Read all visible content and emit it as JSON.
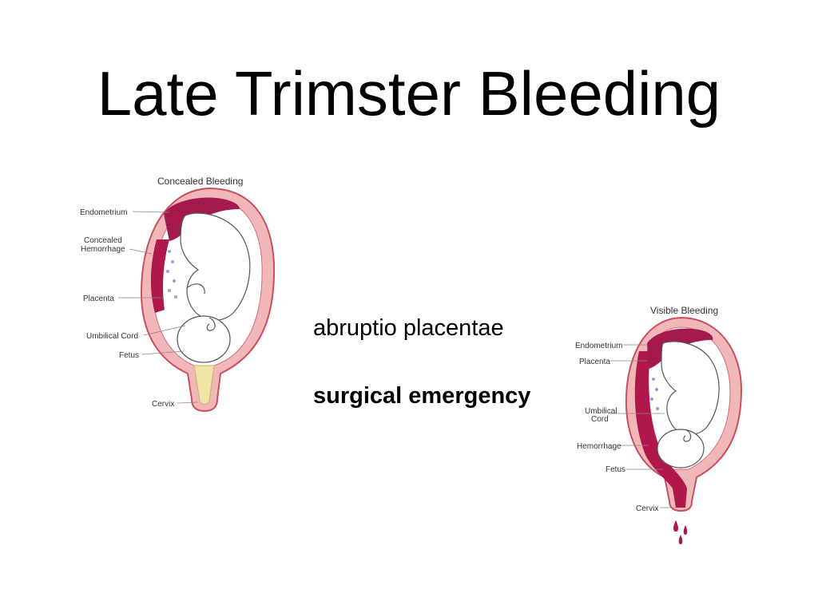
{
  "slide": {
    "title": "Late Trimster Bleeding",
    "bullets": [
      "abruptio placentae",
      "surgical emergency"
    ]
  },
  "figure_left": {
    "heading": "Concealed Bleeding",
    "labels": {
      "endometrium": "Endometrium",
      "concealed_1": "Concealed",
      "concealed_2": "Hemorrhage",
      "placenta": "Placenta",
      "umbilical": "Umbilical Cord",
      "fetus": "Fetus",
      "cervix": "Cervix"
    }
  },
  "figure_right": {
    "heading": "Visible Bleeding",
    "labels": {
      "endometrium": "Endometrium",
      "placenta": "Placenta",
      "umbilical_1": "Umbilical",
      "umbilical_2": "Cord",
      "hemorrhage": "Hemorrhage",
      "fetus": "Fetus",
      "cervix": "Cervix"
    }
  },
  "colors": {
    "uterus_wall": "#f1b7b9",
    "blood": "#b0174a",
    "placenta": "#a51a4e",
    "cervix_fill": "#efe3a6"
  }
}
